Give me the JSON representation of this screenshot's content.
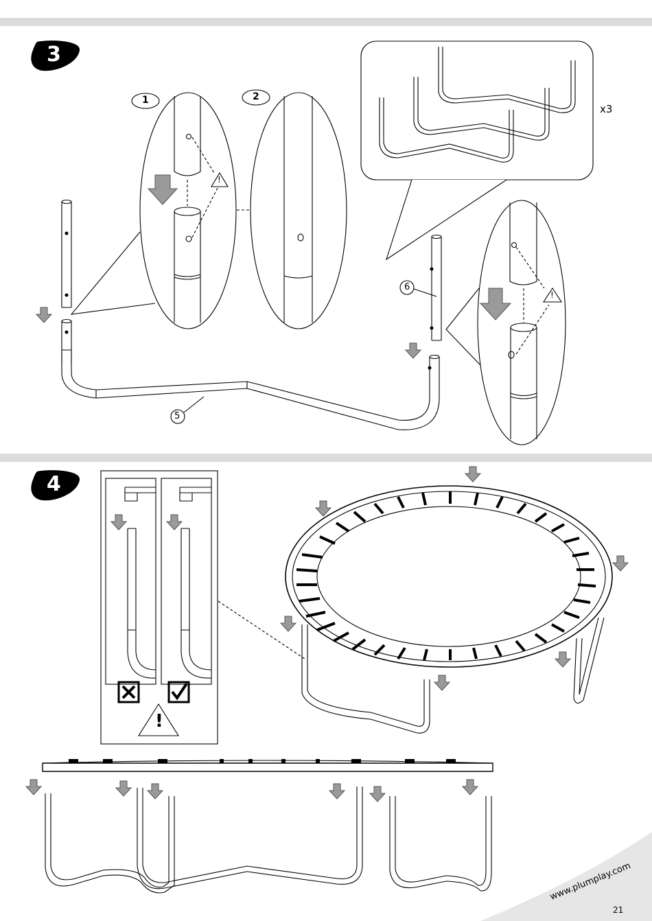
{
  "steps": {
    "step3": {
      "number": "3"
    },
    "step4": {
      "number": "4"
    }
  },
  "callouts": {
    "sub1": "1",
    "sub2": "2",
    "part5": "5",
    "part6": "6",
    "quantity": "x3"
  },
  "warning_symbol": "!",
  "footer": {
    "url": "www.plumplay.com",
    "page": "21"
  }
}
